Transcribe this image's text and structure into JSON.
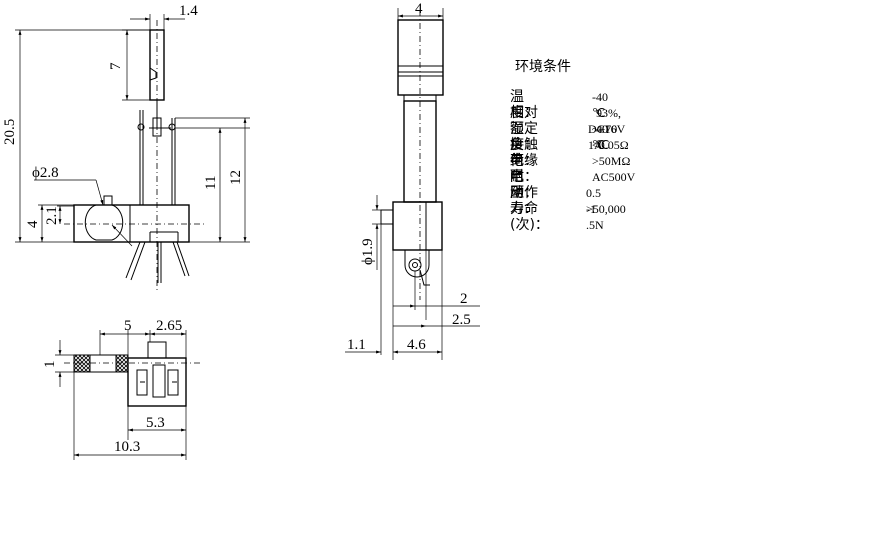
{
  "dimensions": {
    "d1_4": "1.4",
    "d7": "7",
    "d20_5": "20.5",
    "d2_8": "ϕ2.8",
    "d11": "11",
    "d12": "12",
    "d4_left": "4",
    "d2_1": "2.1",
    "d4_top": "4",
    "d1_9": "ϕ1.9",
    "d2": "2",
    "d2_5": "2.5",
    "d1_1": "1.1",
    "d4_6": "4.6",
    "d5": "5",
    "d2_65": "2.65",
    "d1": "1",
    "d5_3": "5.3",
    "d10_3": "10.3"
  },
  "specs": {
    "title": "环境条件",
    "rows": [
      {
        "label": "温度：",
        "value": "-40 ℃    ~+70 ℃"
      },
      {
        "label": "相对湿度：",
        "value": "93%, 40 ℃"
      },
      {
        "label": "额定负荷：",
        "value": "DC16V 1A"
      },
      {
        "label": "接触电阻：",
        "value": "<0.05Ω"
      },
      {
        "label": "绝缘电阻：",
        "value": ">50MΩ"
      },
      {
        "label": "耐压：",
        "value": "AC500V"
      },
      {
        "label": "动作力：",
        "value": "0.5 -1 .5N"
      },
      {
        "label": "寿命(次)：",
        "value": ">50,000"
      }
    ]
  }
}
